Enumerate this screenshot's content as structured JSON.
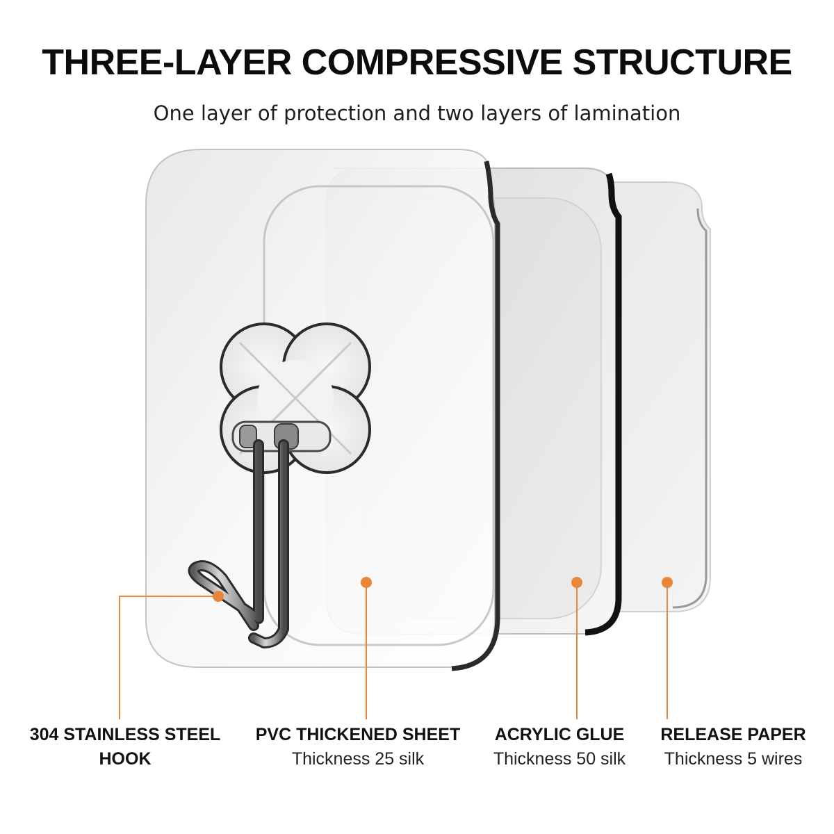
{
  "header": {
    "title": "THREE-LAYER COMPRESSIVE STRUCTURE",
    "subtitle": "One layer of protection and two layers of lamination"
  },
  "labels": {
    "hook": {
      "title_line1": "304 STAINLESS STEEL",
      "title_line2": "HOOK"
    },
    "pvc": {
      "title": "PVC THICKENED SHEET",
      "detail": "Thickness 25 silk"
    },
    "glue": {
      "title": "ACRYLIC GLUE",
      "detail": "Thickness 50 silk"
    },
    "paper": {
      "title": "RELEASE PAPER",
      "detail": "Thickness 5 wires"
    }
  },
  "colors": {
    "callout": "#e8873a",
    "layer_edge": "#1a1a1a",
    "layer_fill": "#eeeeee",
    "hook_metal": "#8a8a8a"
  },
  "icons": {
    "hook": "stainless-steel-hook",
    "flower_base": "flower-shaped-mount"
  }
}
